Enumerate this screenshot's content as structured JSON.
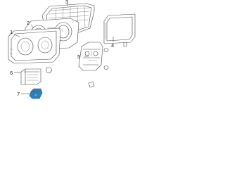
{
  "callouts": [
    {
      "label": "1"
    },
    {
      "label": "2"
    },
    {
      "label": "3"
    },
    {
      "label": "4"
    },
    {
      "label": "5"
    },
    {
      "label": "6"
    },
    {
      "label": "7"
    }
  ],
  "colors": {
    "line": "#4a4a4a",
    "highlight_part": "#2f7fb8",
    "background": "#ffffff"
  }
}
